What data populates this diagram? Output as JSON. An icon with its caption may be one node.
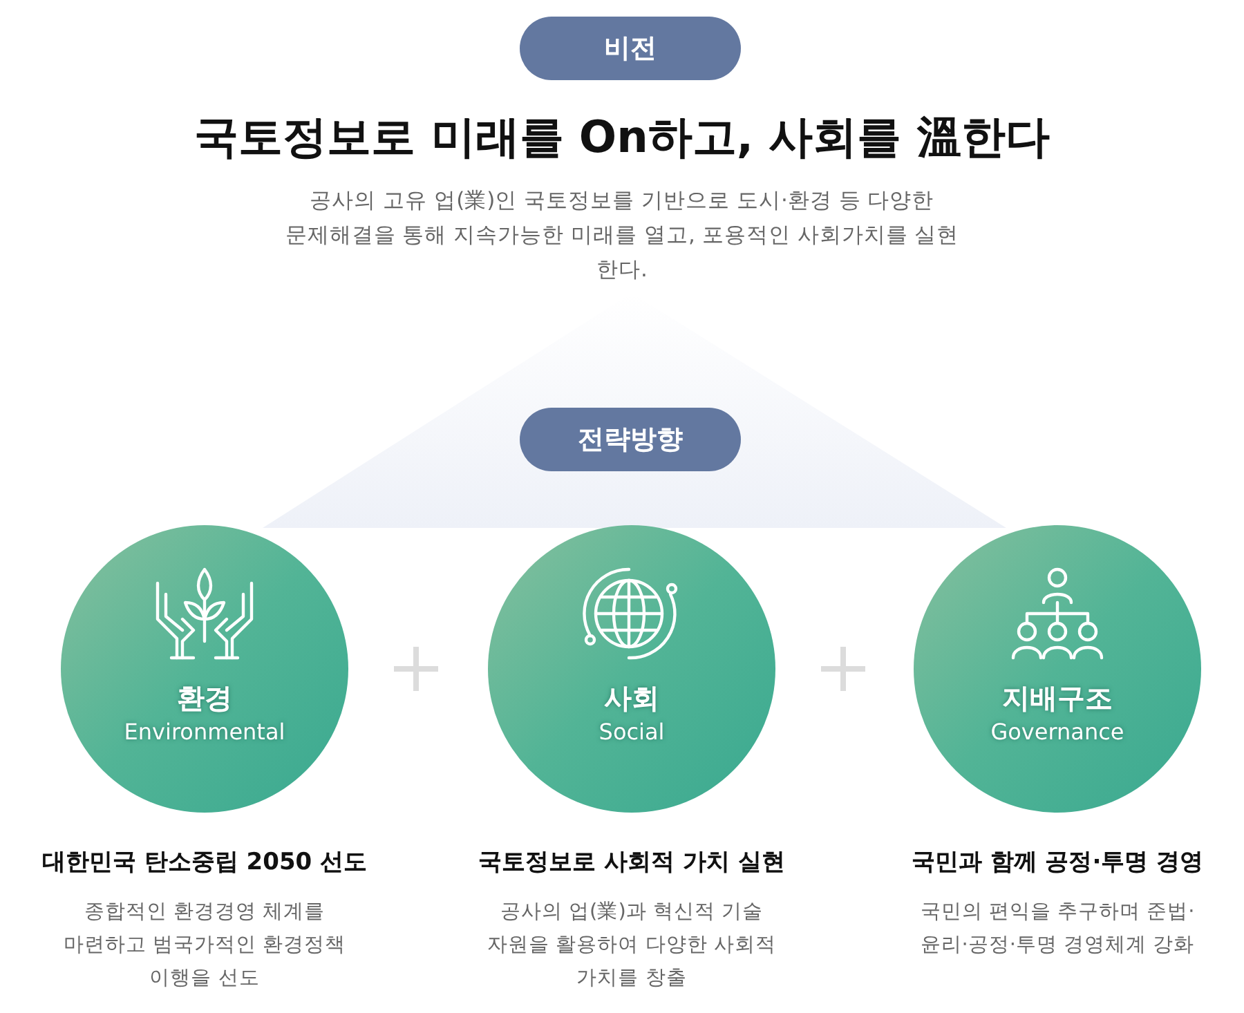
{
  "diagram": {
    "title": "국토정보로 미래를 **On**하고, 사회를 溫한다",
    "nodes": [
      {
        "text": [
          "비전"
        ]
      },
      {
        "text": [
          "전략방향"
        ]
      },
      {
        "text": [
          "환경",
          "Environmental"
        ],
        "beside": [
          "대한민국 탄소중립 2050 선도",
          "종합적인 환경경영 체계를 마련하고 범국가적인 환경정책 이행을 선도"
        ]
      },
      {
        "text": [
          "사회",
          "Social"
        ],
        "beside": [
          "국토정보로 사회적 가치 실현",
          "공사의 업(業)과 혁신적 기술 자원을 활용하여 다양한 사회적 가치를 창출"
        ]
      },
      {
        "text": [
          "지배구조",
          "Governance"
        ],
        "beside": [
          "국민과 함께 공정·투명 경영",
          "국민의 편익을 추구하며 준법·윤리·공정·투명 경영체계 강화"
        ]
      }
    ],
    "edges": [],
    "labels": [
      "공사의 고유 업(業)인 국토정보를 기반으로 도시·환경 등 다양한 문제해결을 통해 지속가능한 미래를 열고, 포용적인 사회가치를 실현 한다."
    ]
  }
}
